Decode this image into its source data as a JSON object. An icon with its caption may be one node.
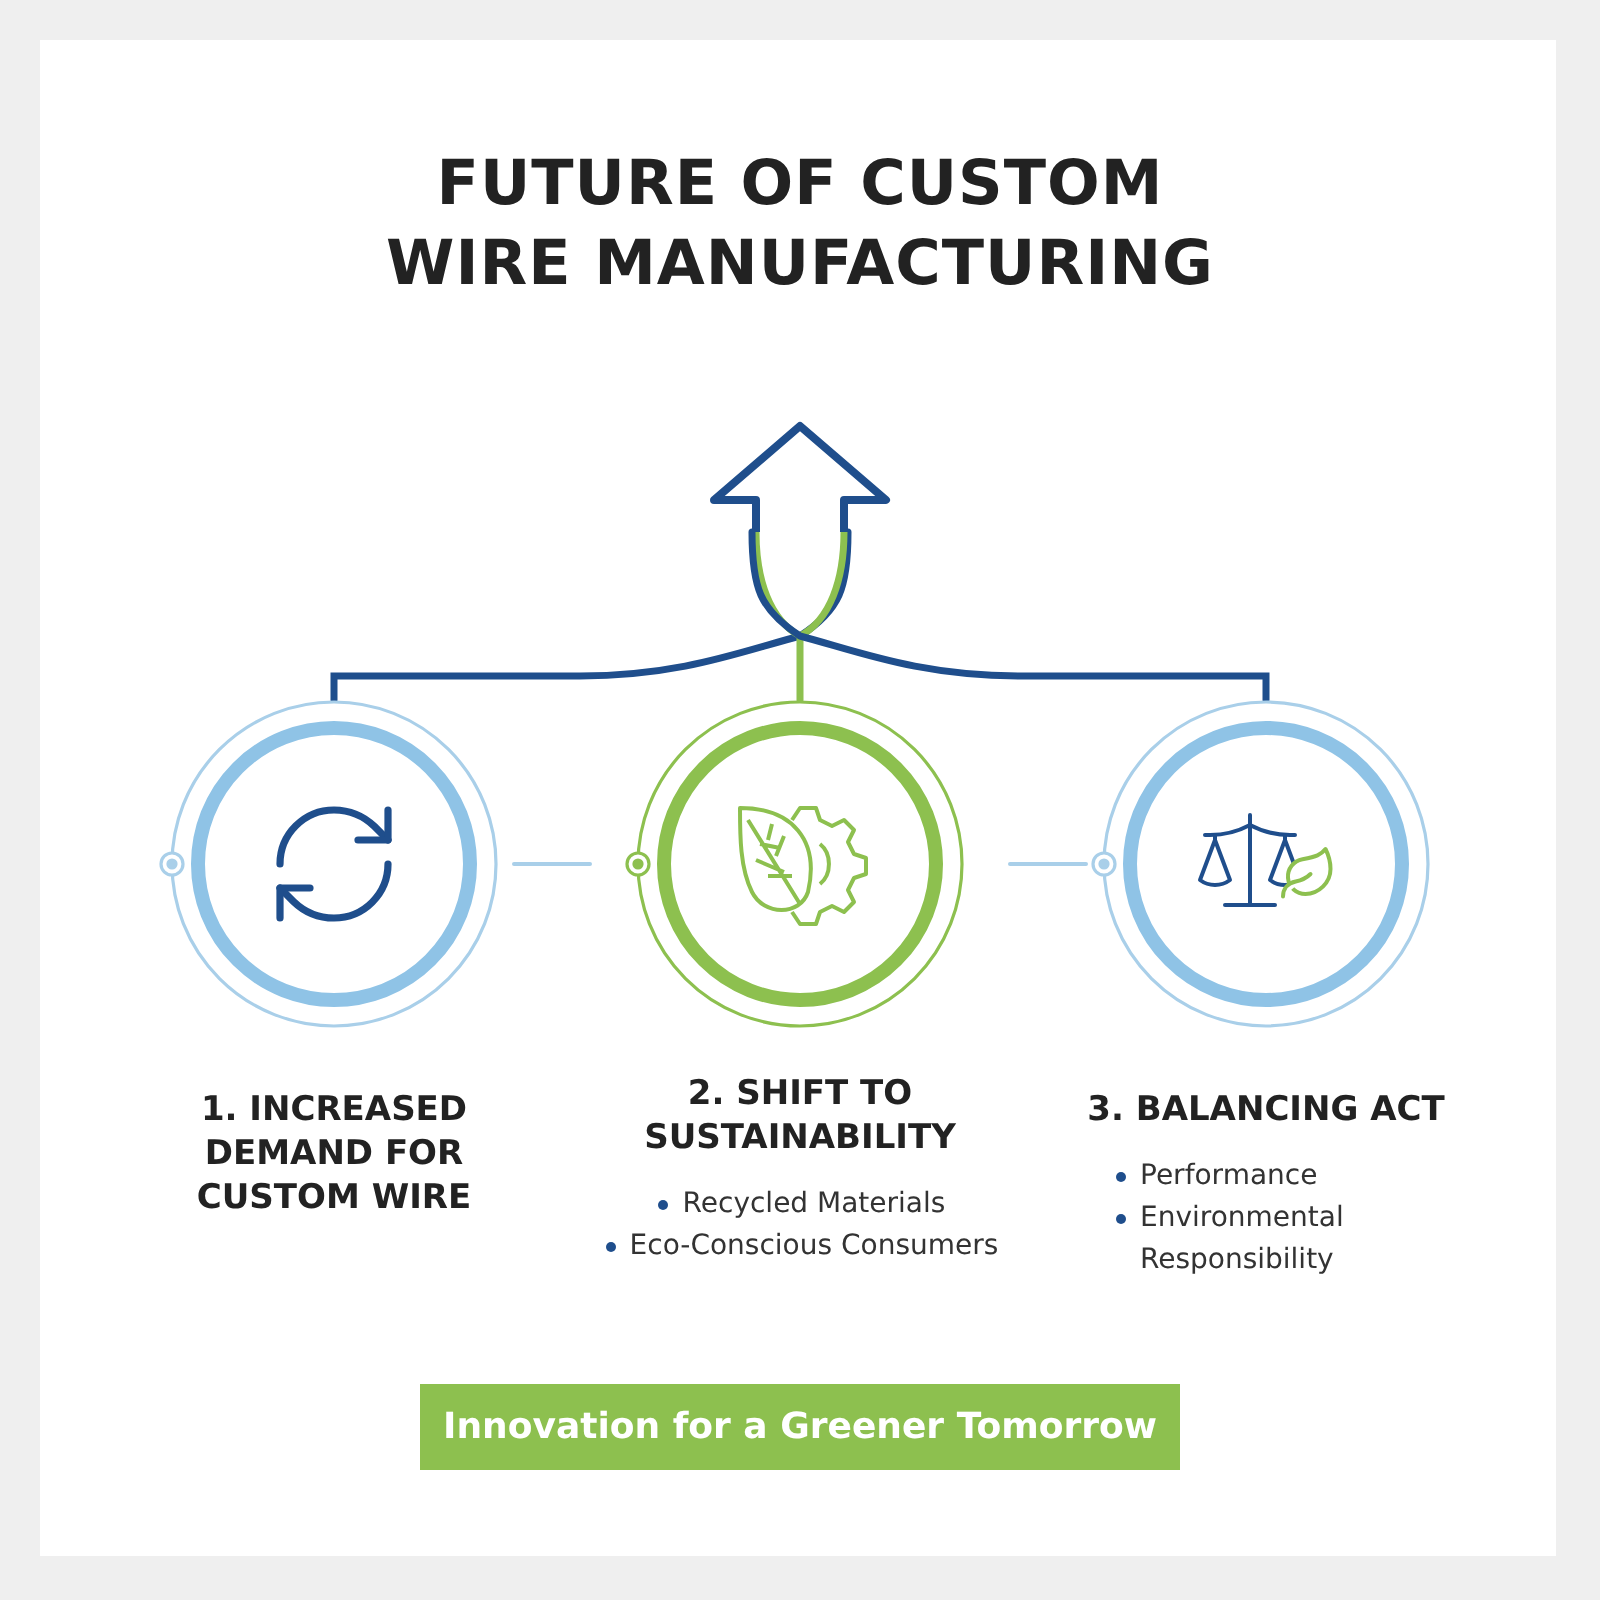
{
  "diagram": {
    "title": "FUTURE OF CUSTOM WIRE MANUFACTURING",
    "nodes": [
      {
        "text": [
          "1. INCREASED DEMAND FOR CUSTOM WIRE"
        ]
      },
      {
        "text": [
          "2. SHIFT TO SUSTAINABILITY",
          "Recycled Materials",
          "Eco-Conscious Consumers"
        ]
      },
      {
        "text": [
          "3. BALANCING ACT",
          "Performance",
          "Environmental Responsibility"
        ]
      },
      {
        "text": [],
        "shape": "arrow"
      },
      {
        "text": [
          "Innovation for a Greener Tomorrow"
        ]
      }
    ],
    "edges": [
      {
        "from": 0,
        "to": 3,
        "arrow": "none"
      },
      {
        "from": 1,
        "to": 3,
        "arrow": "none",
        "color": "#8dc04f"
      },
      {
        "from": 2,
        "to": 3,
        "arrow": "none"
      },
      {
        "from": 0,
        "to": 1,
        "arrow": "none",
        "color": "#a9cfe9"
      },
      {
        "from": 1,
        "to": 2,
        "arrow": "none",
        "color": "#a9cfe9"
      }
    ]
  }
}
